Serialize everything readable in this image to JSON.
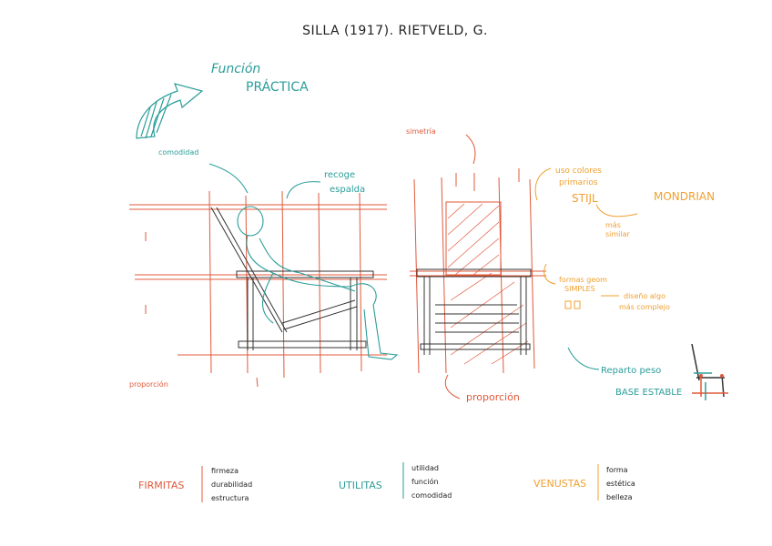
{
  "title": "SILLA (1917). RIETVELD, G.",
  "colors": {
    "red": "#e0583a",
    "teal": "#2a9d9a",
    "orange": "#f0a030",
    "ink": "#222222"
  },
  "annotations": {
    "funcion": "Función",
    "practica": "PRÁCTICA",
    "comodidad": "comodidad",
    "recogeespalda_1": "recoge",
    "recogeespalda_2": "espalda",
    "proporcion_left": "proporción",
    "simetria": "simetría",
    "colores_1": "uso colores",
    "colores_2": "primarios",
    "stijl": "STIJL",
    "mondrian": "MONDRIAN",
    "mas_1": "más",
    "mas_2": "similar",
    "formas_1": "formas geom",
    "formas_2": "SIMPLES",
    "diseno_1": "diseño algo",
    "diseno_2": "más complejo",
    "reparto": "Reparto peso",
    "base": "BASE ESTABLE",
    "proporcion_bottom": "proporción"
  },
  "legend": [
    {
      "label": "FIRMITAS",
      "items": [
        "firmeza",
        "durabilidad",
        "estructura"
      ]
    },
    {
      "label": "UTILITAS",
      "items": [
        "utilidad",
        "función",
        "comodidad"
      ]
    },
    {
      "label": "VENUSTAS",
      "items": [
        "forma",
        "estética",
        "belleza"
      ]
    }
  ]
}
